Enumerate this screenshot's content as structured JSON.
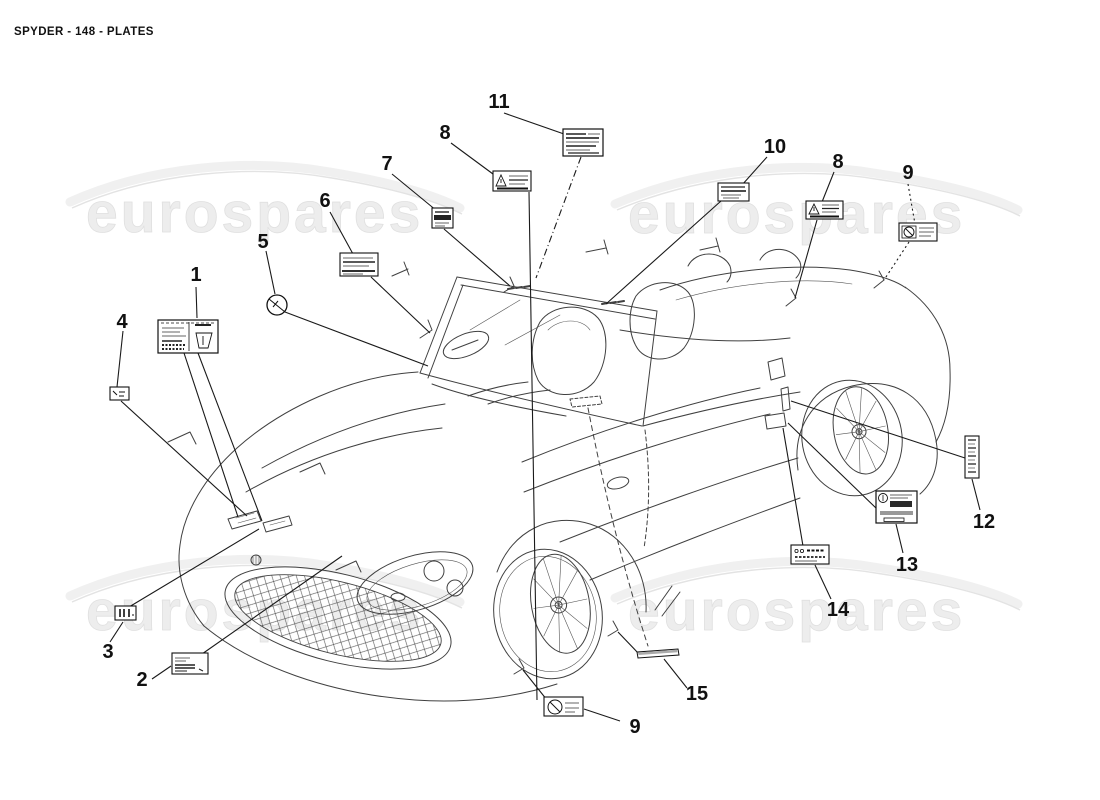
{
  "page": {
    "title": "SPYDER - 148 - PLATES"
  },
  "watermark": {
    "text": "eurospares"
  },
  "callouts": {
    "c1": "1",
    "c2": "2",
    "c3": "3",
    "c4": "4",
    "c5": "5",
    "c6": "6",
    "c7": "7",
    "c8a": "8",
    "c8b": "8",
    "c9a": "9",
    "c9b": "9",
    "c10": "10",
    "c11": "11",
    "c12": "12",
    "c13": "13",
    "c14": "14",
    "c15": "15"
  },
  "plates": {
    "p1": "identification-plate",
    "p2": "data-plate",
    "p3": "barcode-plate",
    "p4": "small-code-plate",
    "p5": "prohibition-symbol",
    "p6": "tyre-pressure-plate",
    "p7": "fuel-data-plate",
    "p8": "warning-triangle-plate",
    "p9": "airbag-warning-plate",
    "p10": "header-rail-plate",
    "p11": "emission-data-plate",
    "p12": "vertical-strip-plate",
    "p13": "homologation-plate",
    "p14": "paint-code-plate",
    "p15": "sill-strip-plate"
  },
  "colors": {
    "line": "#1a1a1a",
    "watermark": "#ededed"
  }
}
